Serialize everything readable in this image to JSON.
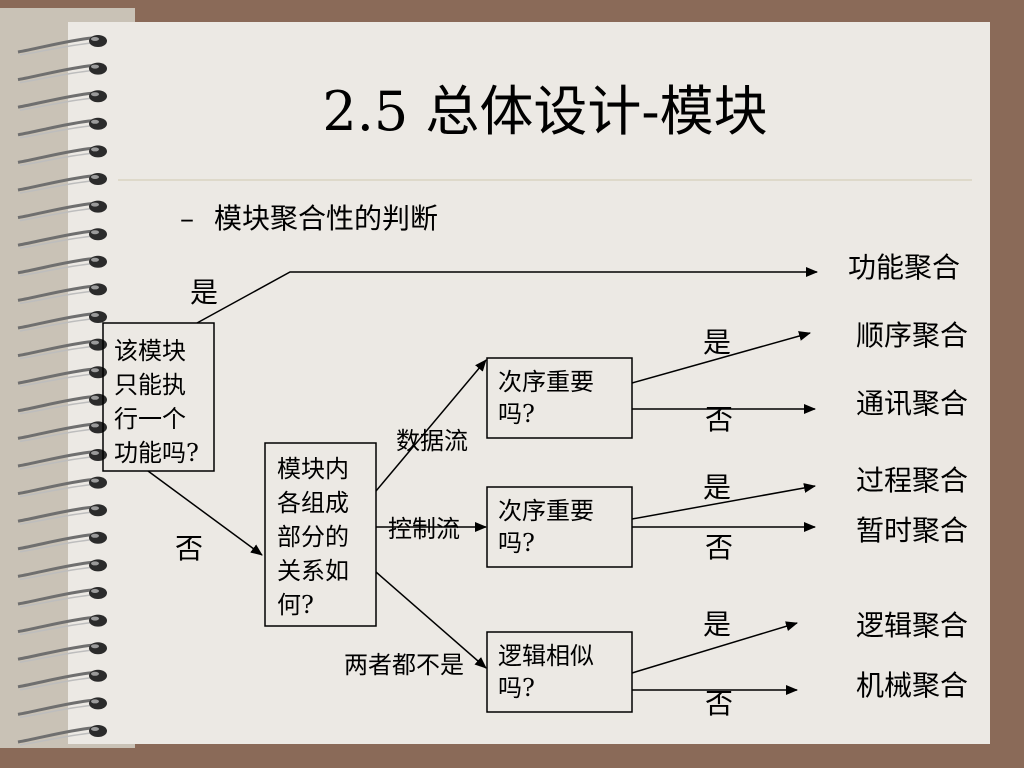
{
  "slide": {
    "title": "2.5 总体设计-模块",
    "bullet_dash": "–",
    "subtitle": "模块聚合性的判断"
  },
  "diagram": {
    "box_function": [
      "该模块",
      "只能执",
      "行一个",
      "功能吗?"
    ],
    "box_relation": [
      "模块内",
      "各组成",
      "部分的",
      "关系如",
      "何?"
    ],
    "box_order1": [
      "次序重要",
      "吗?"
    ],
    "box_order2": [
      "次序重要",
      "吗?"
    ],
    "box_logic": [
      "逻辑相似",
      "吗?"
    ],
    "label_yes_top": "是",
    "label_no_left": "否",
    "label_data_flow": "数据流",
    "label_control_flow": "控制流",
    "label_neither": "两者都不是",
    "label_yes_1": "是",
    "label_no_1": "否",
    "label_yes_2": "是",
    "label_no_2": "否",
    "label_yes_3": "是",
    "label_no_3": "否",
    "result_functional": "功能聚合",
    "result_sequential": "顺序聚合",
    "result_communicational": "通讯聚合",
    "result_procedural": "过程聚合",
    "result_temporal": "暂时聚合",
    "result_logical": "逻辑聚合",
    "result_coincidental": "机械聚合"
  },
  "colors": {
    "background": "#8a6a58",
    "paper": "#ece9e4",
    "ink": "#000000"
  }
}
